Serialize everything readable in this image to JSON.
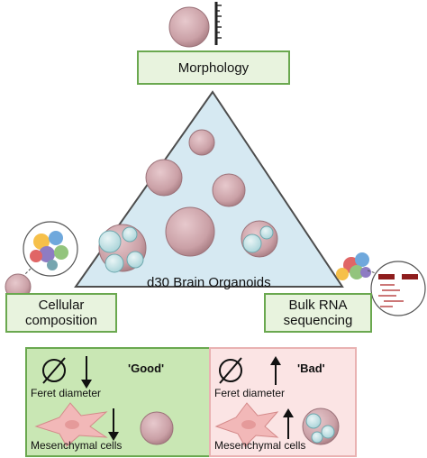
{
  "center_label": "d30 Brain Organoids",
  "morphology_label": "Morphology",
  "cellular_label_line1": "Cellular",
  "cellular_label_line2": "composition",
  "bulk_label_line1": "Bulk RNA",
  "bulk_label_line2": "sequencing",
  "good_panel": {
    "tag": "'Good'",
    "feret": "Feret diameter",
    "mesenchymal": "Mesenchymal cells"
  },
  "bad_panel": {
    "tag": "'Bad'",
    "feret": "Feret diameter",
    "mesenchymal": "Mesenchymal cells"
  },
  "colors": {
    "green_border": "#6aa84f",
    "green_fill": "#e8f3de",
    "triangle_fill": "#d6e9f2",
    "organoid": "#caa0a6",
    "mesenchymal": "#f2b8b8"
  },
  "icons": [
    "ruler-icon",
    "diameter-symbol-icon",
    "arrow-down-icon",
    "arrow-up-icon",
    "cell-cluster-icon",
    "rna-sequence-icon",
    "mesenchymal-cell-icon"
  ]
}
